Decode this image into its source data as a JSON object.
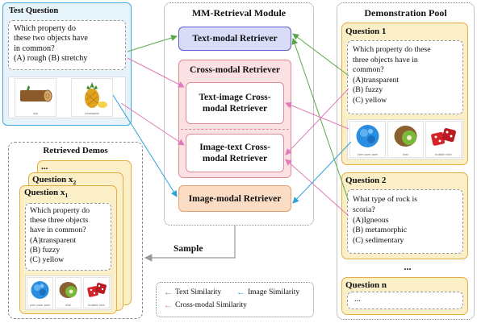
{
  "test_question": {
    "title": "Test Question",
    "text_lines": [
      "Which property do",
      "these two objects have",
      "in common?",
      "(A) rough (B) stretchy"
    ],
    "images": [
      {
        "icon": "log",
        "caption": "log"
      },
      {
        "icon": "pineapple",
        "caption": "pineapple"
      }
    ]
  },
  "module": {
    "title": "MM-Retrieval Module",
    "text_retriever": "Text-modal Retriever",
    "cross_title": "Cross-modal Retriever",
    "ti_line1": "Text-image Cross-",
    "ti_line2": "modal Retriever",
    "it_line1": "Image-text Cross-",
    "it_line2": "modal Retriever",
    "image_retriever": "Image-modal Retriever"
  },
  "pool": {
    "title": "Demonstration Pool",
    "q1": {
      "label": "Question 1",
      "lines": [
        "Which property do these",
        "three objects have in",
        "common?",
        "(A)transparent",
        "(B) fuzzy",
        "(C) yellow"
      ],
      "images": [
        {
          "icon": "yarn-pom-pom",
          "caption": "yarn pom-pom"
        },
        {
          "icon": "kiwi",
          "caption": "kiwi"
        },
        {
          "icon": "dice",
          "caption": "bubble dice"
        }
      ]
    },
    "q2": {
      "label": "Question 2",
      "lines": [
        "What type of rock is",
        "scoria?",
        "(A)Igneous",
        "(B) metamorphic",
        "(C) sedimentary"
      ]
    },
    "ellipsis": "...",
    "qn": {
      "label": "Question n",
      "text": "..."
    }
  },
  "retrieved": {
    "title": "Retrieved Demos",
    "back_label": "...",
    "mid_label": "Question x",
    "mid_sub": "2",
    "front_label": "Question x",
    "front_sub": "1",
    "lines": [
      "Which property do",
      "these three objects",
      "have in common?",
      "(A)transparent",
      "(B) fuzzy",
      "(C) yellow"
    ],
    "images": [
      {
        "icon": "yarn-pom-pom",
        "caption": "yarn pom-pom"
      },
      {
        "icon": "kiwi",
        "caption": "kiwi"
      },
      {
        "icon": "dice",
        "caption": "bubble dice"
      }
    ]
  },
  "sample_label": "Sample",
  "legend": {
    "text_sim": "Text Similarity",
    "image_sim": "Image Similarity",
    "cross_sim": "Cross-modal Similarity"
  },
  "colors": {
    "text_arrow": "#5aa84a",
    "image_arrow": "#29a3d9",
    "cross_arrow": "#e07ab8",
    "text_retriever_bg": "#d9dcf6",
    "text_retriever_border": "#5761c9",
    "cross_bg": "#fbe0e4",
    "cross_border": "#e08c96",
    "image_retriever_bg": "#fbdcc4",
    "image_retriever_border": "#e8a070",
    "question_bg": "#fbefc8",
    "question_border": "#e8ac3f",
    "test_bg": "#e6f3fb",
    "test_border": "#3fa9e0"
  }
}
